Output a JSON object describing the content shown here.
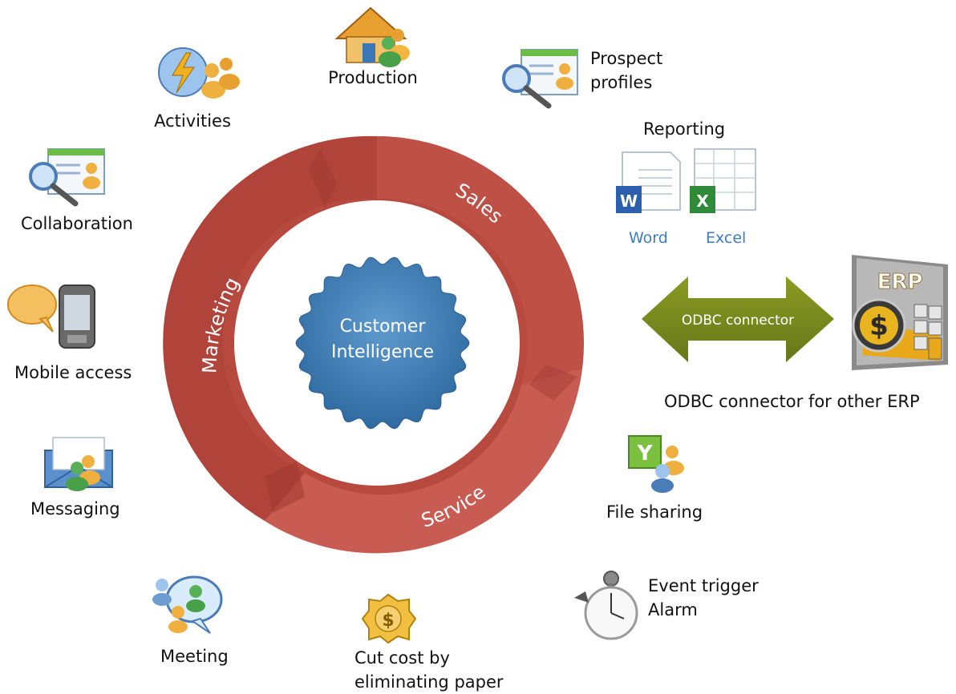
{
  "colors": {
    "ring": "#b8493f",
    "ring_light": "#c95c52",
    "ring_dark": "#9e3a32",
    "badge": "#3d7ab0",
    "badge_light": "#5a96c8",
    "arrow": "#7a8a1a",
    "word_link": "#3a7cc8"
  },
  "ring": {
    "segments": [
      "Sales",
      "Service",
      "Marketing"
    ]
  },
  "center": {
    "line1": "Customer",
    "line2": "Intelligence"
  },
  "features": {
    "production": "Production",
    "activities": "Activities",
    "prospect_line1": "Prospect",
    "prospect_line2": "profiles",
    "collaboration": "Collaboration",
    "reporting": "Reporting",
    "word": "Word",
    "excel": "Excel",
    "mobile": "Mobile access",
    "messaging": "Messaging",
    "file_sharing": "File sharing",
    "meeting": "Meeting",
    "cutcost_line1": "Cut cost by",
    "cutcost_line2": "eliminating paper",
    "event_line1": "Event trigger",
    "event_line2": "Alarm"
  },
  "odbc": {
    "arrow_label": "ODBC connector",
    "caption": "ODBC connector for other ERP",
    "erp_label": "ERP",
    "dollar": "$"
  },
  "icons": [
    "production-house-icon",
    "activities-lightning-icon",
    "prospect-profile-icon",
    "collaboration-magnifier-icon",
    "word-document-icon",
    "excel-spreadsheet-icon",
    "mobile-phone-icon",
    "messaging-envelope-icon",
    "file-sharing-icon",
    "meeting-people-icon",
    "cost-coin-icon",
    "stopwatch-icon",
    "erp-calculator-icon"
  ]
}
